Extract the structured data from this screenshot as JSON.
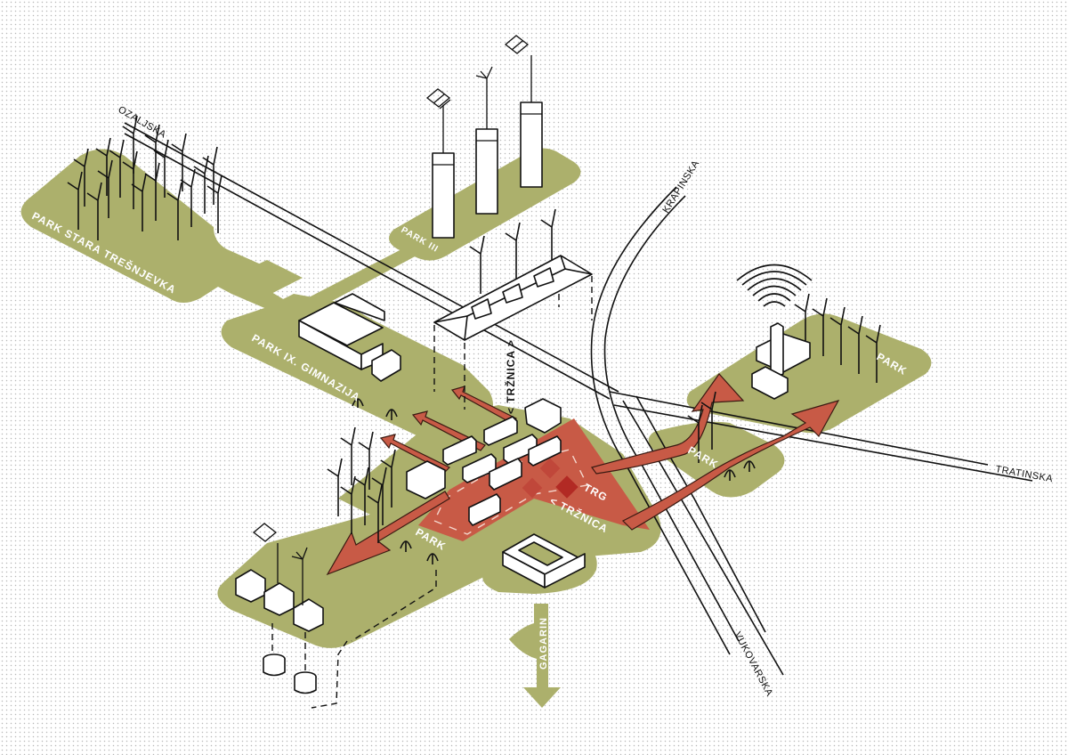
{
  "title": "Urban network diagram – Trešnjevka market area",
  "colors": {
    "park": "#acb06c",
    "plaza": "#c85a46",
    "plaza_highlight": "#b22a24",
    "line": "#111111",
    "background": "#ffffff"
  },
  "parks": {
    "stara_tresnjevka": "PARK STARA TREŠNJEVKA",
    "park_iii": "PARK  III",
    "gimnazija": "PARK IX. GIMNAZIJA",
    "south_park": "PARK",
    "east_park": "PARK",
    "center_east_park": "PARK",
    "gagarin": "GAGARIN"
  },
  "streets": {
    "ozaljska": "OZALJSKA",
    "krapinska": "KRAPINSKA",
    "tratinska": "TRATINSKA",
    "vukovarska": "VUKOVARSKA"
  },
  "plaza": {
    "trg": "TRG",
    "trznica": "< TRŽNICA",
    "market_roof": "< TRŽNICA >"
  },
  "icons": {
    "solar_panel": "solar-panel-icon",
    "wind_turbine": "wind-turbine-icon",
    "wifi_signal": "wifi-signal-icon",
    "fountain": "fountain-icon",
    "water_tank": "water-tank-icon"
  }
}
